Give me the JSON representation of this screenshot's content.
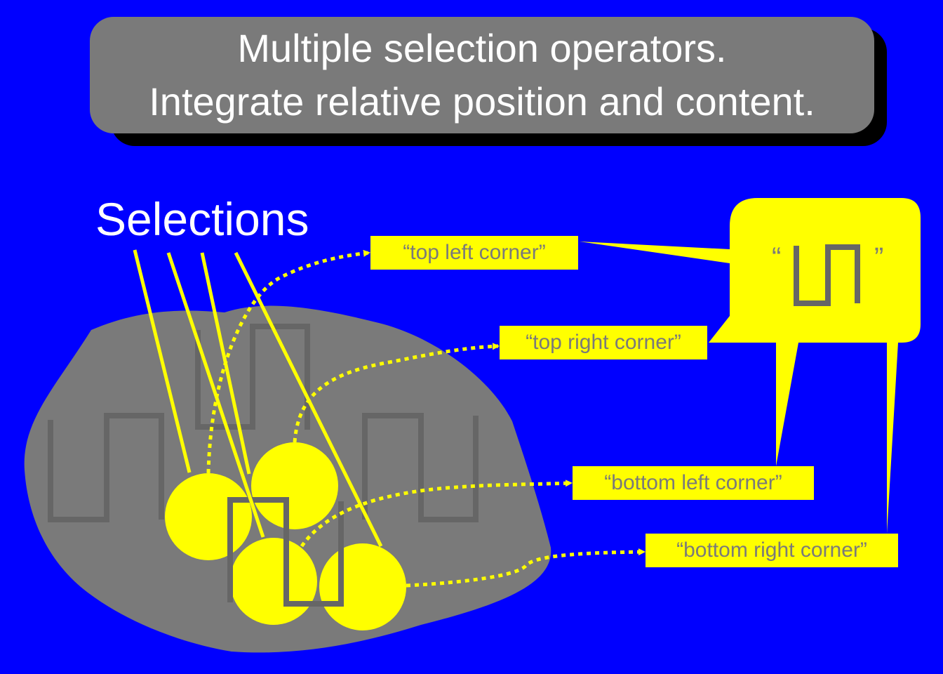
{
  "title": {
    "line1": "Multiple selection operators.",
    "line2": "Integrate relative position and content."
  },
  "heading": "Selections",
  "callout": {
    "open_quote": "“",
    "close_quote": "”"
  },
  "labels": {
    "top_left": "“top left corner”",
    "top_right": "“top right corner”",
    "bottom_left": "“bottom left corner”",
    "bottom_right": "“bottom right corner”"
  },
  "colors": {
    "background": "#0000ff",
    "title_box": "#7a7a7a",
    "blob": "#7a7a7a",
    "highlight": "#ffff00",
    "waveform": "#666666"
  }
}
